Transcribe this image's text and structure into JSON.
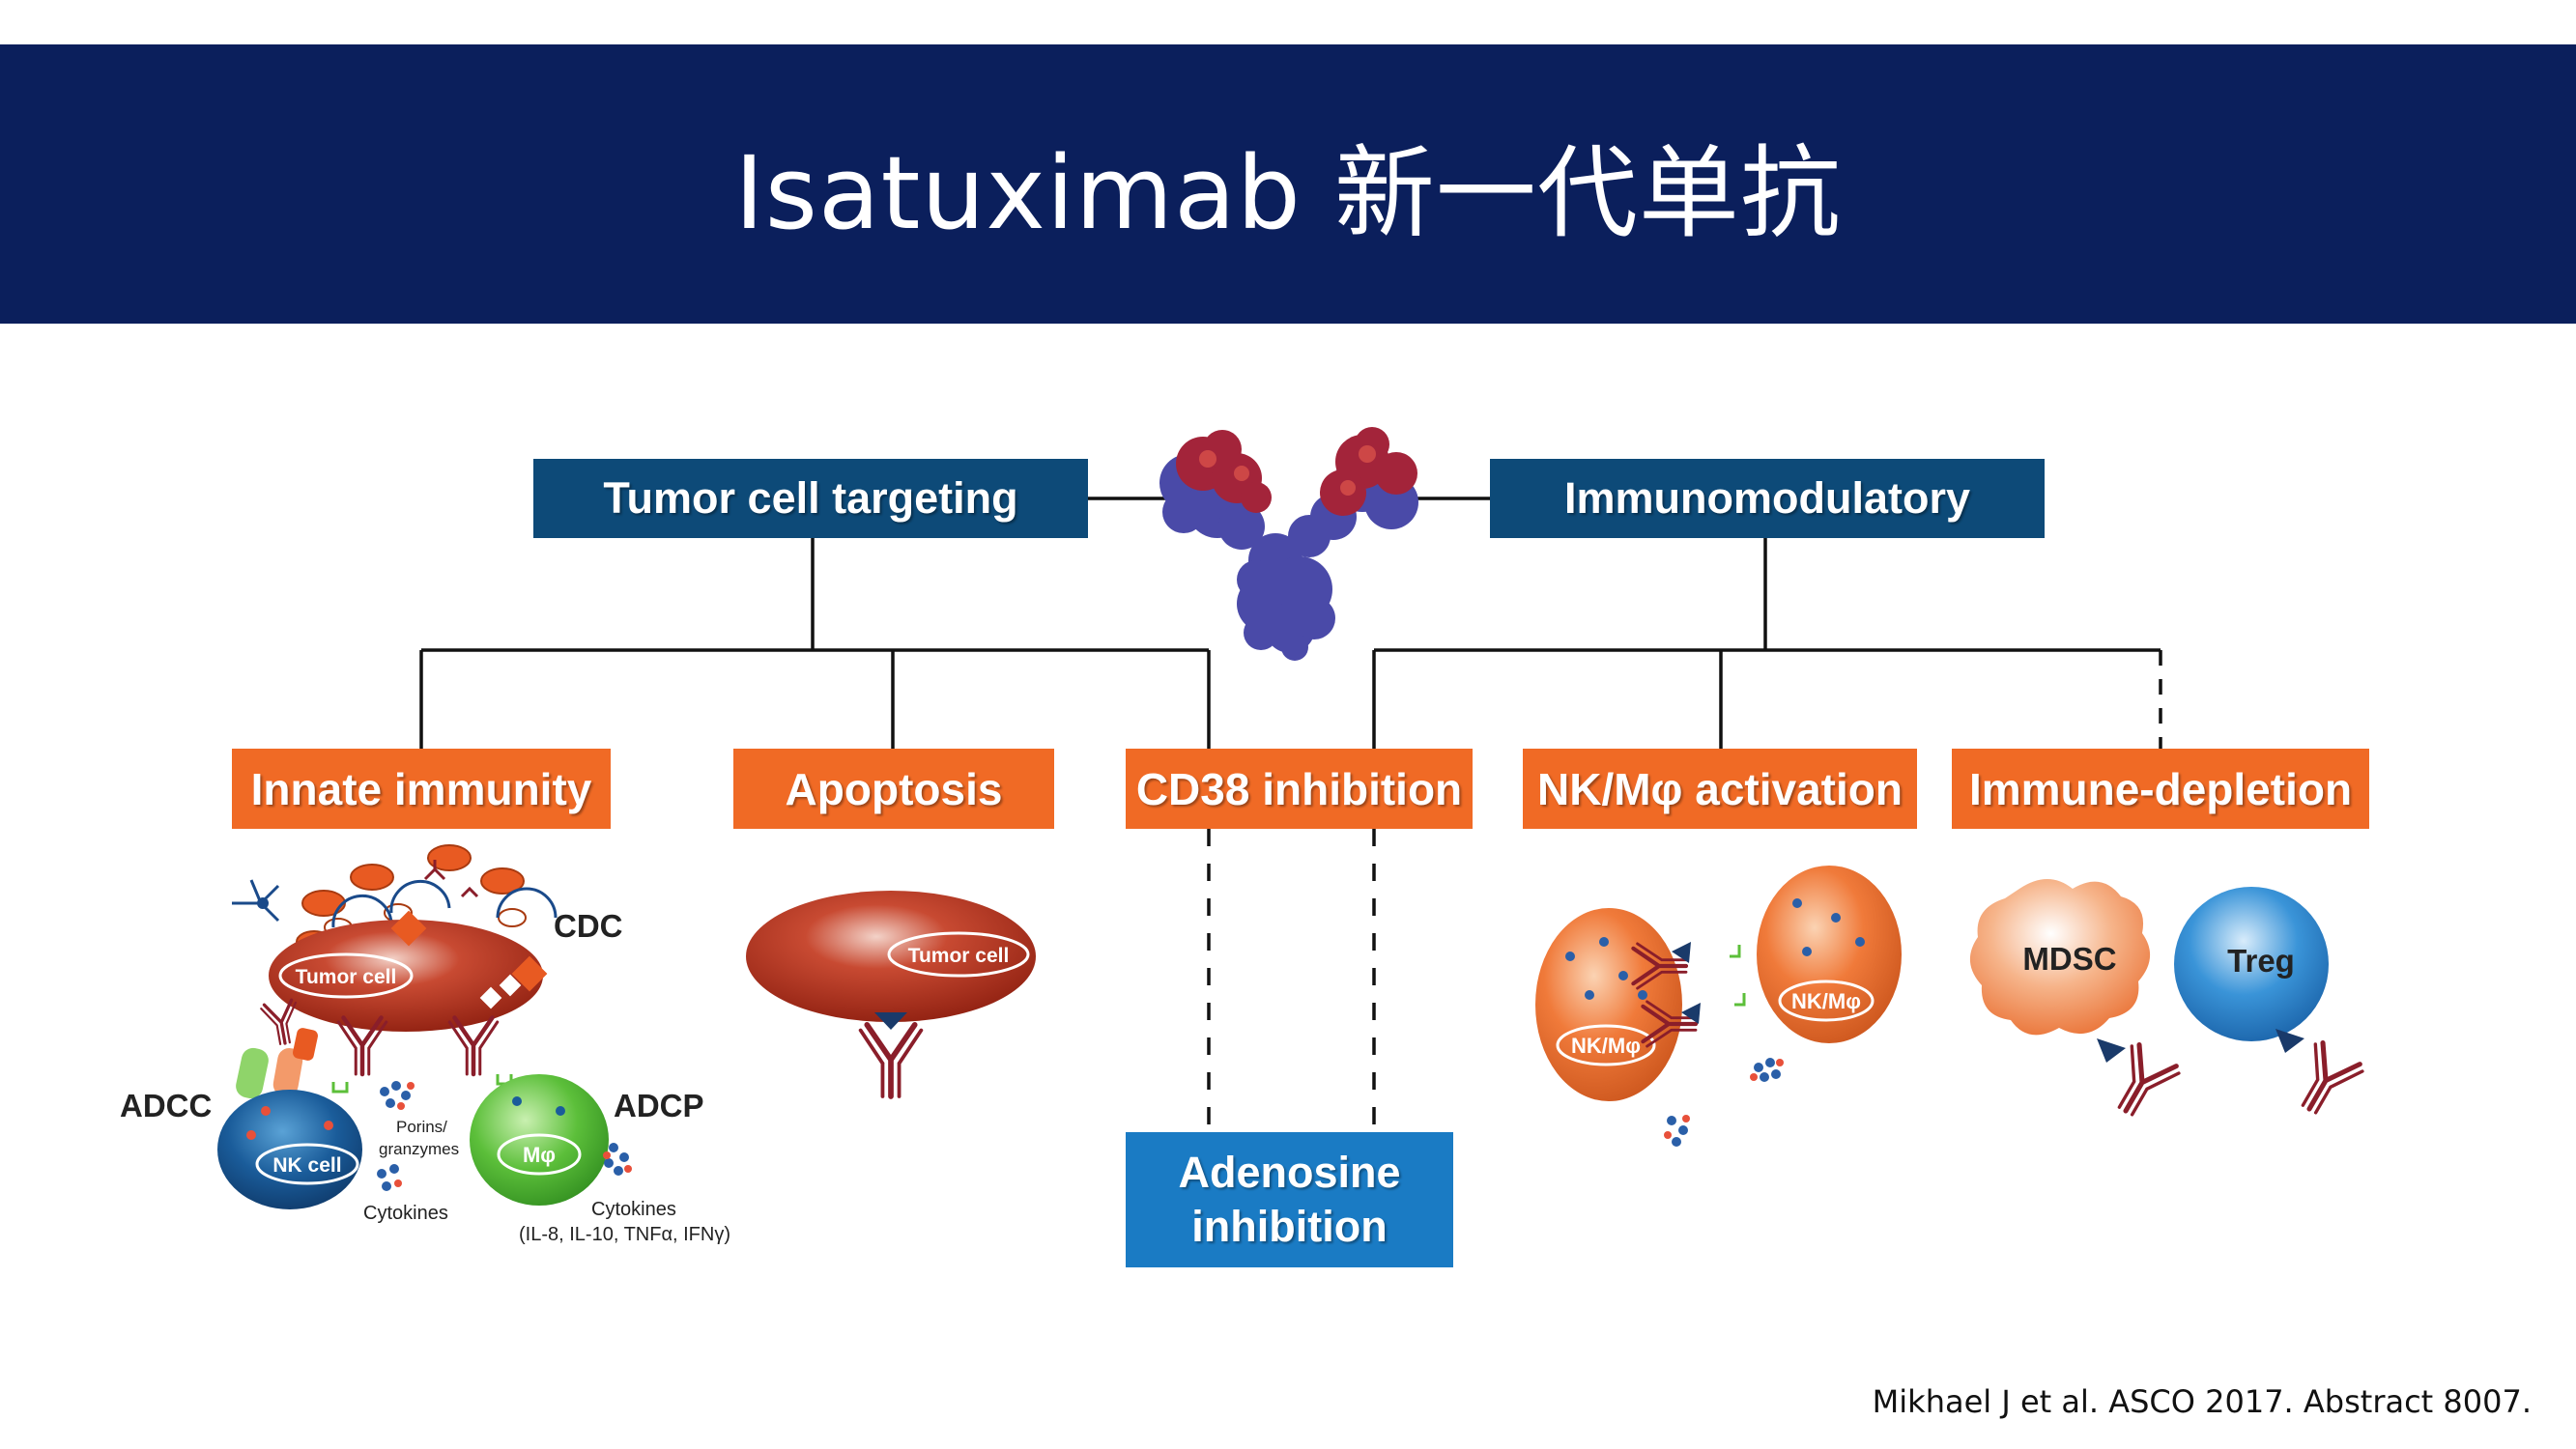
{
  "title": "Isatuximab 新一代单抗",
  "top_boxes": {
    "tumor_targeting": "Tumor cell targeting",
    "immunomodulatory": "Immunomodulatory"
  },
  "mechanisms": {
    "innate": "Innate immunity",
    "apoptosis": "Apoptosis",
    "cd38": "CD38 inhibition",
    "nk_activation": "NK/Mφ activation",
    "immune_depletion": "Immune-depletion"
  },
  "adenosine": {
    "line1": "Adenosine",
    "line2": "inhibition"
  },
  "illustration_labels": {
    "cdc": "CDC",
    "adcc": "ADCC",
    "adcp": "ADCP",
    "tumor_cell": "Tumor cell",
    "nk_cell": "NK cell",
    "macrophage": "Mφ",
    "porins": "Porins/",
    "granzymes": "granzymes",
    "cytokines": "Cytokines",
    "cytokines_list": "(IL-8, IL-10, TNFα, IFNγ)",
    "nk_m": "NK/Mφ",
    "mdsc": "MDSC",
    "treg": "Treg"
  },
  "citation": "Mikhael J et al. ASCO 2017. Abstract 8007.",
  "colors": {
    "header_bg": "#0b1f5c",
    "navy_box": "#0d4a78",
    "orange_box": "#f06a25",
    "blue_box": "#1a7bc4",
    "tumor_red": "#b3301c",
    "antibody_red": "#8a1e2a"
  }
}
